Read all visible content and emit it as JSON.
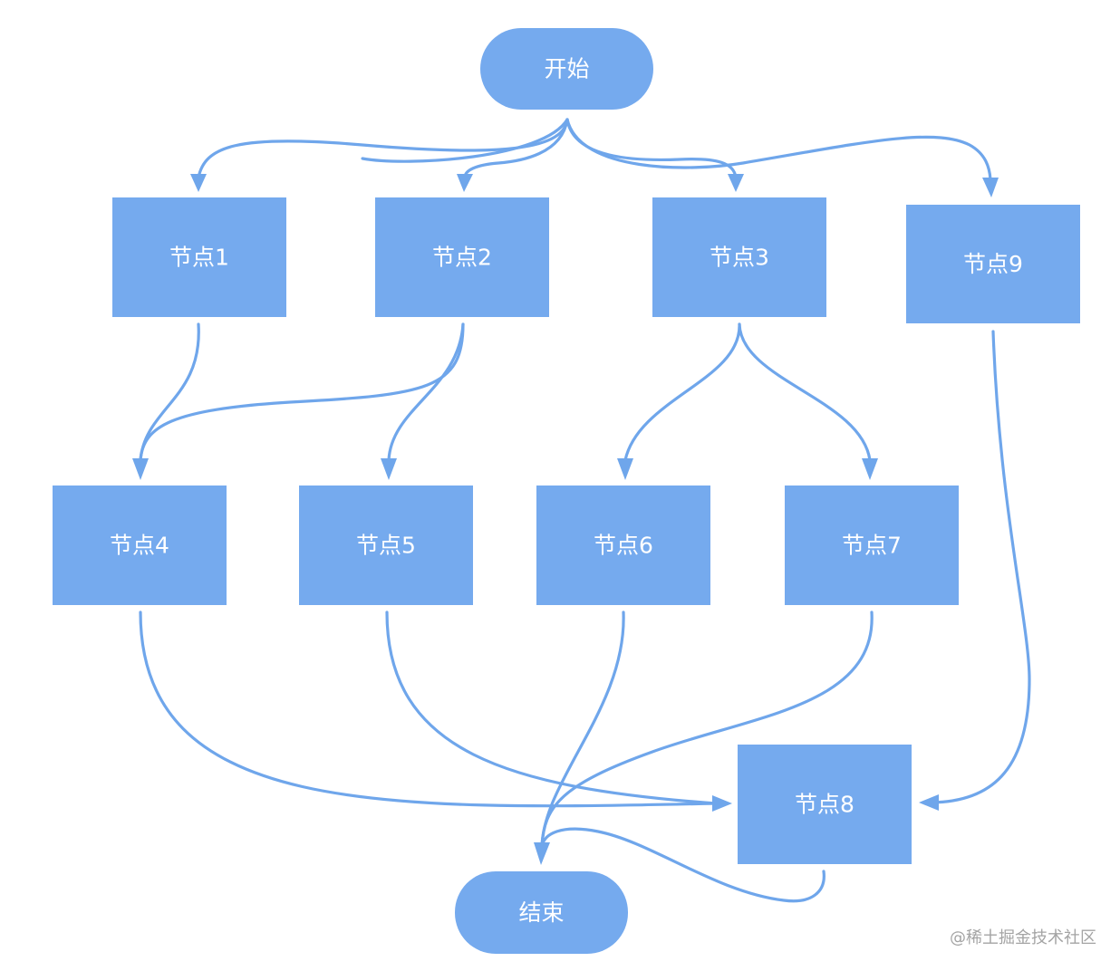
{
  "nodes": {
    "start": "开始",
    "end": "结束",
    "n1": "节点1",
    "n2": "节点2",
    "n3": "节点3",
    "n4": "节点4",
    "n5": "节点5",
    "n6": "节点6",
    "n7": "节点7",
    "n8": "节点8",
    "n9": "节点9"
  },
  "edges": [
    {
      "from": "start",
      "to": "n1"
    },
    {
      "from": "start",
      "to": "n2"
    },
    {
      "from": "start",
      "to": "n3"
    },
    {
      "from": "start",
      "to": "n9"
    },
    {
      "from": "n1",
      "to": "n4"
    },
    {
      "from": "n2",
      "to": "n4"
    },
    {
      "from": "n2",
      "to": "n5"
    },
    {
      "from": "n3",
      "to": "n6"
    },
    {
      "from": "n3",
      "to": "n7"
    },
    {
      "from": "n4",
      "to": "n8"
    },
    {
      "from": "n5",
      "to": "n8"
    },
    {
      "from": "n6",
      "to": "end"
    },
    {
      "from": "n7",
      "to": "end"
    },
    {
      "from": "n9",
      "to": "n8"
    },
    {
      "from": "n8",
      "to": "end"
    }
  ],
  "colors": {
    "node_fill": "#75aaee",
    "edge": "#6fa6eb",
    "label": "#ffffff",
    "watermark": "#a4a4a4"
  },
  "watermark": "@稀土掘金技术社区"
}
